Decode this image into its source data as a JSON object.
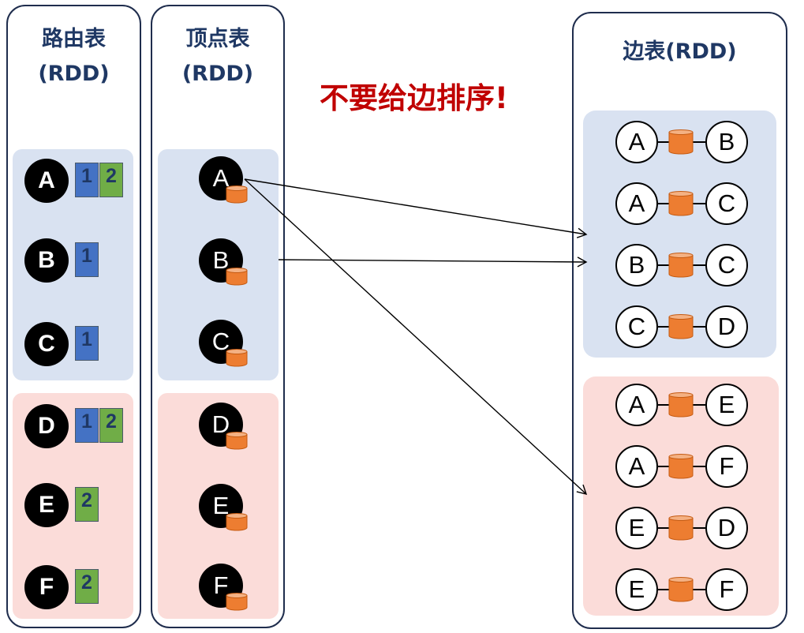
{
  "routing_table": {
    "title_line1": "路由表",
    "title_line2": "(RDD)",
    "rows": [
      {
        "vertex": "A",
        "partitions": [
          "1",
          "2"
        ]
      },
      {
        "vertex": "B",
        "partitions": [
          "1"
        ]
      },
      {
        "vertex": "C",
        "partitions": [
          "1"
        ]
      },
      {
        "vertex": "D",
        "partitions": [
          "1",
          "2"
        ]
      },
      {
        "vertex": "E",
        "partitions": [
          "2"
        ]
      },
      {
        "vertex": "F",
        "partitions": [
          "2"
        ]
      }
    ]
  },
  "vertex_table": {
    "title_line1": "顶点表",
    "title_line2": "(RDD)",
    "vertices": [
      "A",
      "B",
      "C",
      "D",
      "E",
      "F"
    ]
  },
  "edge_table": {
    "title": "边表(RDD)",
    "partitions": [
      {
        "color": "blue",
        "edges": [
          [
            "A",
            "B"
          ],
          [
            "A",
            "C"
          ],
          [
            "B",
            "C"
          ],
          [
            "C",
            "D"
          ]
        ]
      },
      {
        "color": "pink",
        "edges": [
          [
            "A",
            "E"
          ],
          [
            "A",
            "F"
          ],
          [
            "E",
            "D"
          ],
          [
            "E",
            "F"
          ]
        ]
      }
    ]
  },
  "note": "不要给边排序!",
  "colors": {
    "panel_border": "#1f2d4d",
    "title": "#1f3864",
    "partition1_bg": "#d9e2f1",
    "partition2_bg": "#fbdcd9",
    "tag_partition1": "#4472c4",
    "tag_partition2": "#70ad47",
    "attribute_cylinder": "#ed7d31",
    "note": "#c00000"
  }
}
